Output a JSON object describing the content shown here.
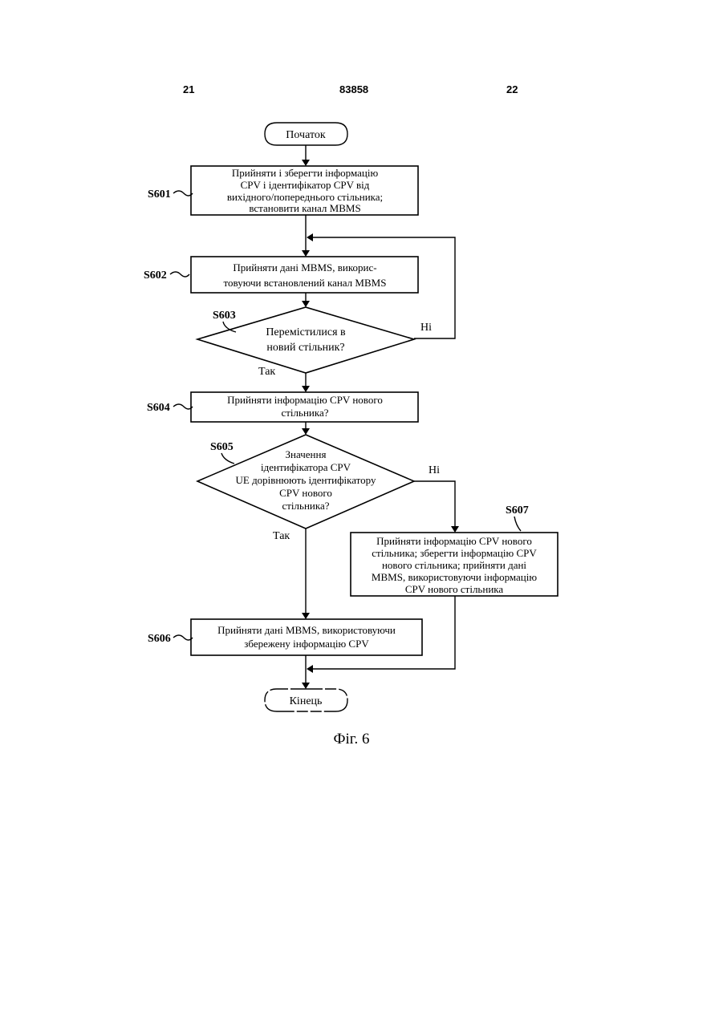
{
  "page": {
    "header_left": "21",
    "header_center": "83858",
    "header_right": "22",
    "caption": "Фіг. 6"
  },
  "flow": {
    "start": "Початок",
    "end": "Кінець",
    "s601": {
      "id": "S601",
      "lines": [
        "Прийняти і зберегти інформацію",
        "CPV і ідентифікатор CPV від",
        "вихідного/попереднього стільника;",
        "встановити канал MBMS"
      ]
    },
    "s602": {
      "id": "S602",
      "lines": [
        "Прийняти дані MBMS, викорис-",
        "товуючи встановлений канал MBMS"
      ]
    },
    "s603": {
      "id": "S603",
      "lines": [
        "Перемістилися в",
        "новий стільник?"
      ],
      "no": "Ні",
      "yes": "Так"
    },
    "s604": {
      "id": "S604",
      "lines": [
        "Прийняти інформацію CPV нового",
        "стільника?"
      ]
    },
    "s605": {
      "id": "S605",
      "lines": [
        "Значення",
        "ідентифікатора CPV",
        "UE дорівнюють ідентифікатору",
        "CPV нового",
        "стільника?"
      ],
      "no": "Ні",
      "yes": "Так"
    },
    "s606": {
      "id": "S606",
      "lines": [
        "Прийняти дані MBMS, використовуючи",
        "збережену інформацію CPV"
      ]
    },
    "s607": {
      "id": "S607",
      "lines": [
        "Прийняти інформацію CPV нового",
        "стільника; зберегти інформацію CPV",
        "нового стільника; прийняти дані",
        "MBMS, використовуючи інформацію",
        "CPV нового стільника"
      ]
    }
  }
}
